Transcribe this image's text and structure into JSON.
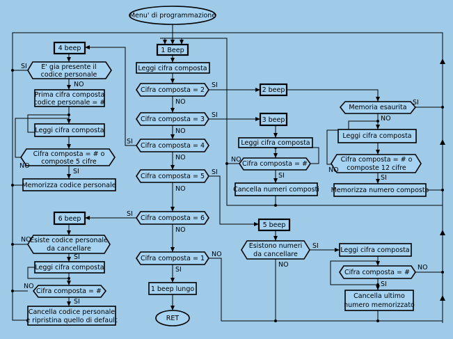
{
  "title": "Menu' di programmazione",
  "nodes": {
    "b1beep": "1 Beep",
    "leggi1": "Leggi cifra composta",
    "d_eq2": "Cifra composta = 2",
    "d_eq3": "Cifra composta = 3",
    "d_eq4": "Cifra composta = 4",
    "d_eq5": "Cifra composta = 5",
    "d_eq6": "Cifra composta = 6",
    "d_eq1": "Cifra composta = 1",
    "b1beeplungo": "1 beep lungo",
    "ret": "RET",
    "b4beep": "4 beep",
    "d_esiste_a": "E' gia presente il",
    "d_esiste_b": "codice personale",
    "prima_a": "Prima cifra composta",
    "prima_b": "codice personale = #",
    "leggi2": "Leggi cifra composta",
    "d_c5_a": "Cifra composta = # o",
    "d_c5_b": "composte 5 cifre",
    "memcodice": "Memorizza codice personale",
    "b6beep": "6 beep",
    "d_esc_a": "Esiste codice personale",
    "d_esc_b": "da cancellare",
    "leggi3": "Leggi cifra composta",
    "d_hash1": "Cifra composta = #",
    "canc_a": "Cancella codice personale",
    "canc_b": "e ripristina quello di default",
    "b2beep": "2 beep",
    "b3beep": "3 beep",
    "leggi4": "Leggi cifra composta",
    "d_hash2": "Cifra composta = #",
    "cancnum": "Cancella numeri composti",
    "b5beep": "5 beep",
    "d_esn_a": "Esistono numeri",
    "d_esn_b": "da cancellare",
    "leggi6": "Leggi cifra composta",
    "d_hash3": "Cifra composta = #",
    "cu_a": "Cancella ultimo",
    "cu_b": "numero memorizzato",
    "d_mem": "Memoria esaurita",
    "leggi5": "Leggi cifra composta",
    "d_c12_a": "Cifra composta = # o",
    "d_c12_b": "composte 12 cifre",
    "memnum": "Memorizza numero composto"
  },
  "labels": {
    "si": "SI",
    "no": "NO"
  }
}
